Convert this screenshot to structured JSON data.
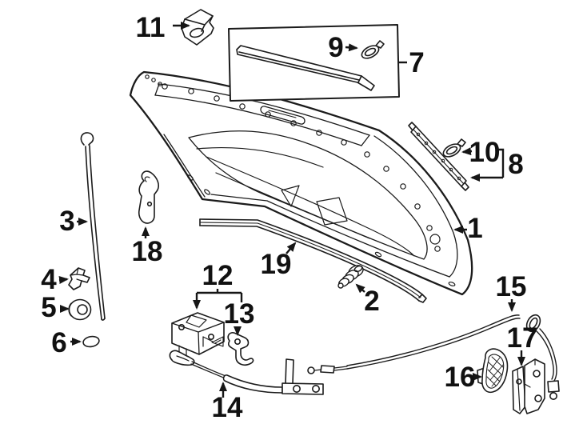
{
  "diagram": {
    "background": "#ffffff",
    "line_color": "#1b1b1b",
    "callouts": [
      {
        "label": "1"
      },
      {
        "label": "2"
      },
      {
        "label": "3"
      },
      {
        "label": "4"
      },
      {
        "label": "5"
      },
      {
        "label": "6"
      },
      {
        "label": "7"
      },
      {
        "label": "8"
      },
      {
        "label": "9"
      },
      {
        "label": "10"
      },
      {
        "label": "11"
      },
      {
        "label": "12"
      },
      {
        "label": "13"
      },
      {
        "label": "14"
      },
      {
        "label": "15"
      },
      {
        "label": "16"
      },
      {
        "label": "17"
      },
      {
        "label": "18"
      },
      {
        "label": "19"
      }
    ]
  }
}
